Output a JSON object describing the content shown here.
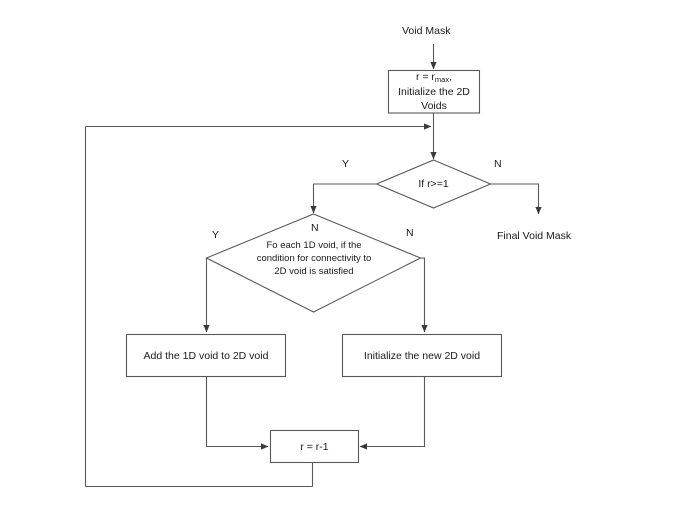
{
  "diagram": {
    "type": "flowchart",
    "title": "Void Mask 2D void construction flowchart",
    "background_color": "#ffffff",
    "line_color": "#595959",
    "text_color": "#1a1a1a"
  },
  "terminators": {
    "start_label": "Void Mask",
    "end_label": "Final Void Mask"
  },
  "processes": {
    "init": {
      "line1_prefix": "r = r",
      "line1_subscript": "max",
      "line1_suffix": ",",
      "line2": "Initialize the 2D",
      "line3": "Voids"
    },
    "add_void": {
      "label": "Add the 1D void to 2D void"
    },
    "init_new_void": {
      "label": "Initialize the new 2D void"
    },
    "decrement": {
      "label": "r = r-1"
    }
  },
  "decisions": {
    "radius_check": {
      "label": "If r>=1",
      "yes_label": "Y",
      "no_label": "N"
    },
    "connectivity_check": {
      "line1": "Fo each 1D void, if the",
      "line2": "condition for connectivity to",
      "line3": "2D void  is satisfied",
      "yes_label": "Y",
      "no_label": "N"
    }
  }
}
